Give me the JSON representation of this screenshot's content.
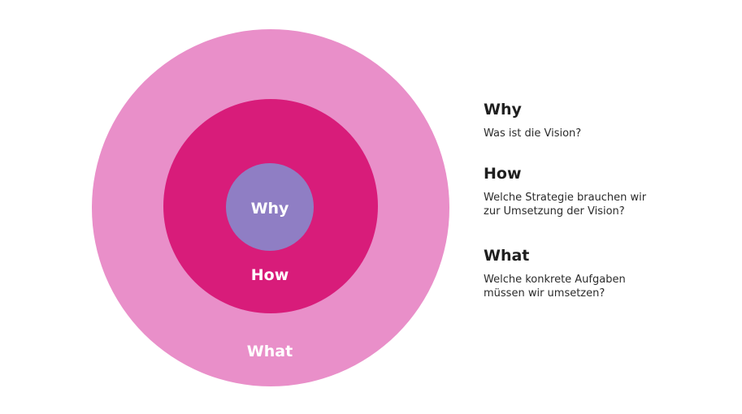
{
  "colors": {
    "outer": "#e98fc9",
    "middle": "#d81c7a",
    "inner": "#8f7ec4",
    "label": "#ffffff",
    "legend_title": "#1f1f1f",
    "legend_text": "#2b2b2b"
  },
  "circles": {
    "why_label": "Why",
    "how_label": "How",
    "what_label": "What"
  },
  "legend": {
    "items": [
      {
        "title": "Why",
        "description": "Was ist die Vision?"
      },
      {
        "title": "How",
        "description": "Welche Strategie brauchen wir\nzur Umsetzung der Vision?"
      },
      {
        "title": "What",
        "description": "Welche konkrete Aufgaben\nmüssen wir umsetzen?"
      }
    ]
  }
}
